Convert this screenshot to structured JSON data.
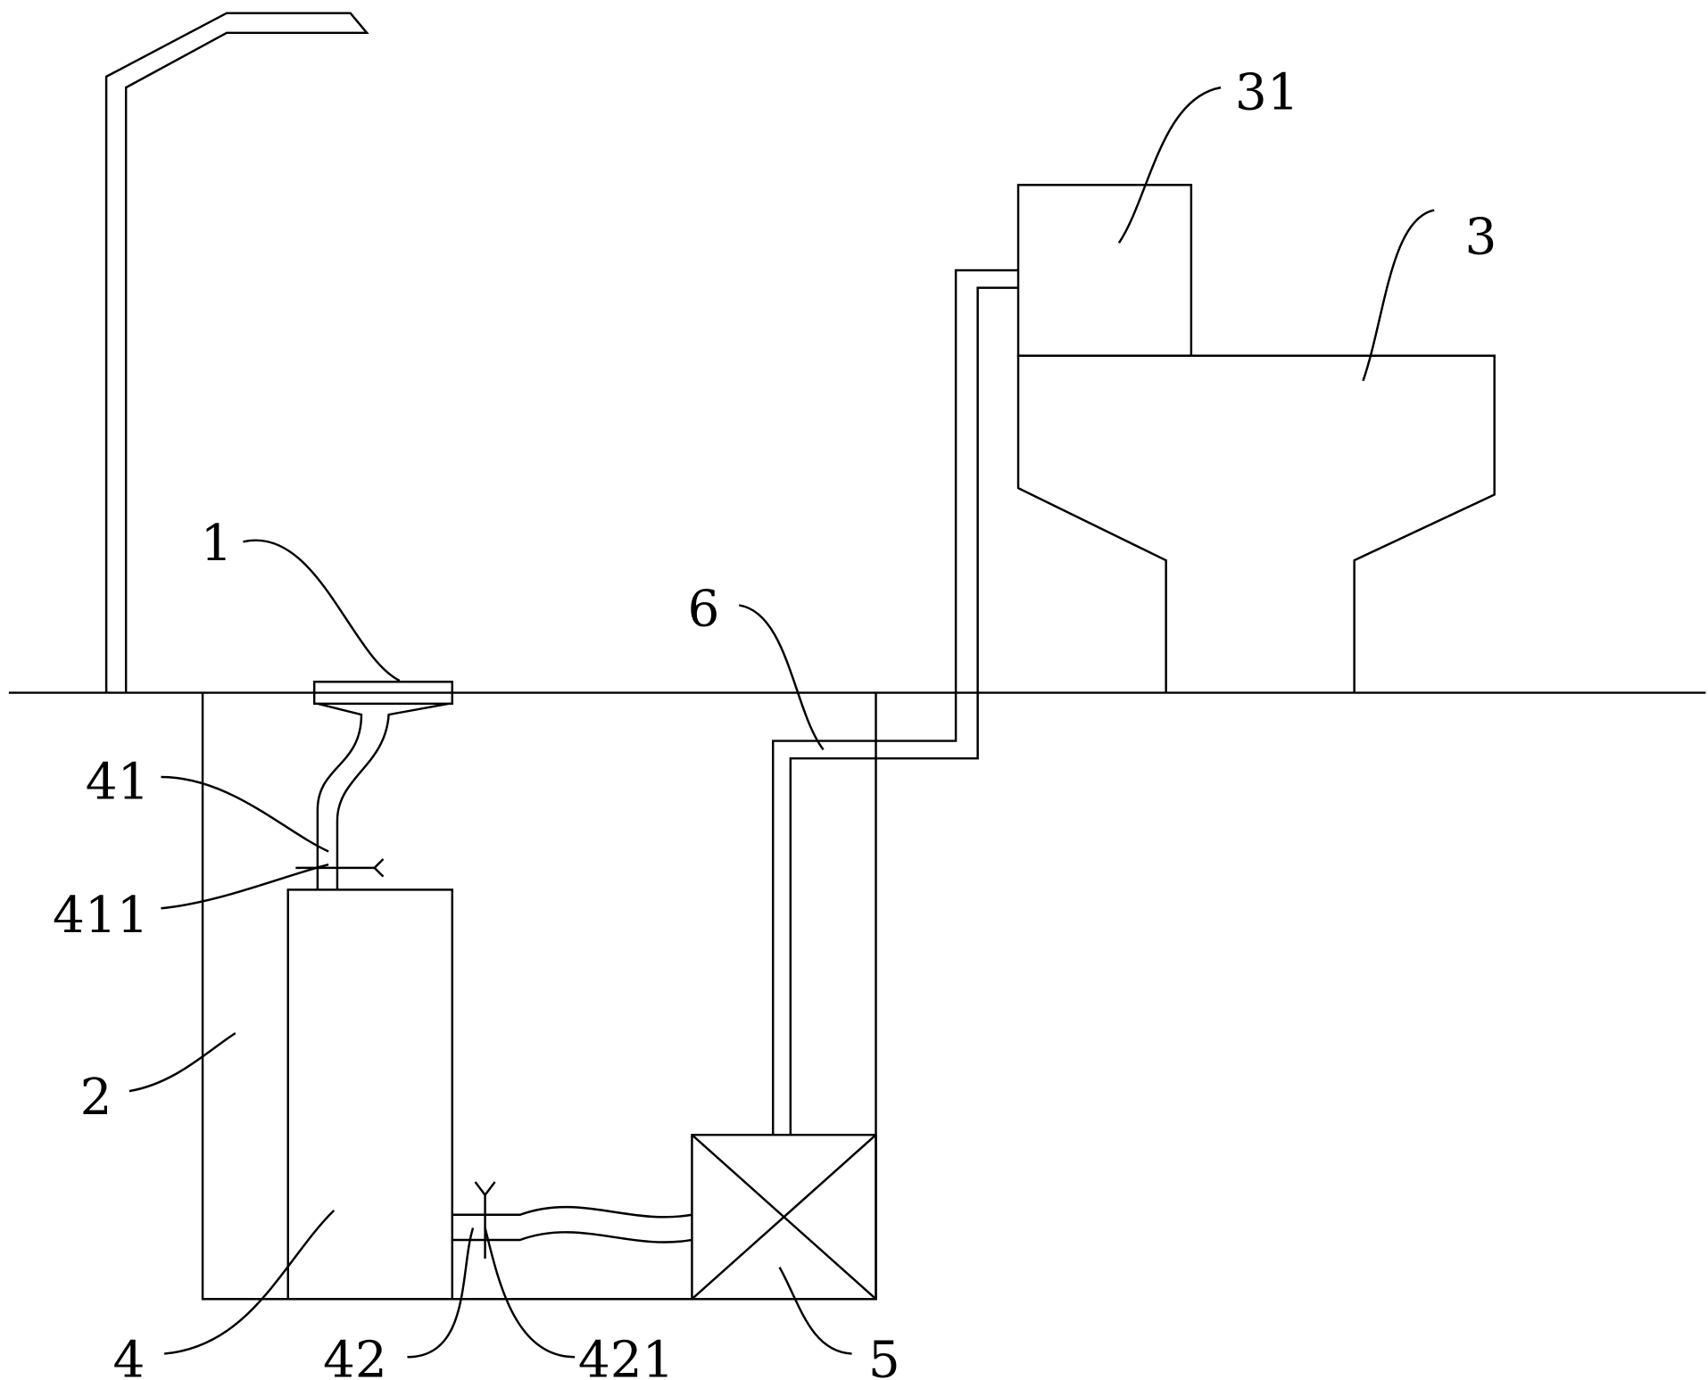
{
  "labels": {
    "l1": "1",
    "l2": "2",
    "l3": "3",
    "l31": "31",
    "l4": "4",
    "l41": "41",
    "l411": "411",
    "l42": "42",
    "l421": "421",
    "l5": "5",
    "l6": "6"
  }
}
